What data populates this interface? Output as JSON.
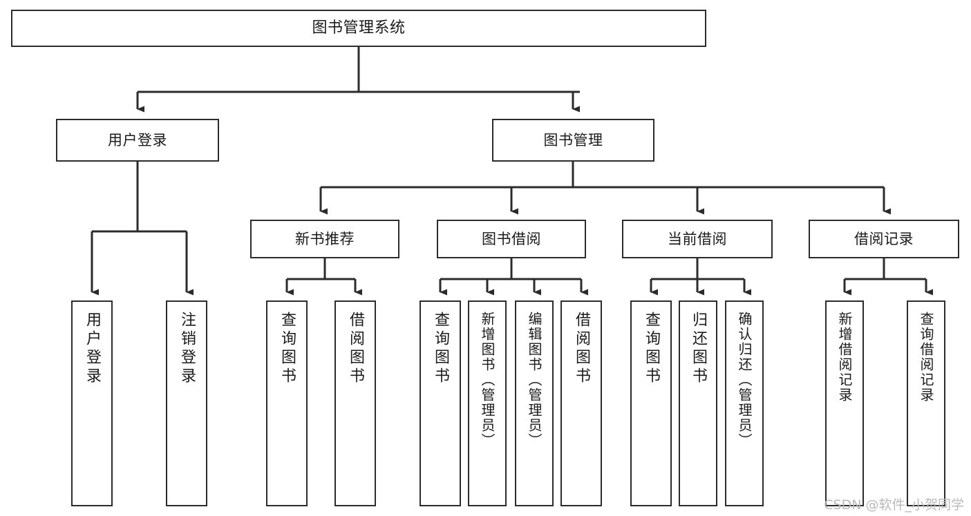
{
  "diagram": {
    "title": "图书管理系统",
    "type": "tree-hierarchy",
    "watermark": "CSDN @软件_小贺同学",
    "colors": {
      "background": "#ffffff",
      "box_border": "#2b2b2b",
      "box_fill": "#ffffff",
      "text": "#1a1a1a",
      "edge": "#2b2b2b",
      "watermark": "#b9b9b9"
    }
  },
  "nodes": {
    "root": {
      "label": "图书管理系统"
    },
    "level1": [
      {
        "id": "user-login",
        "label": "用户登录"
      },
      {
        "id": "book-manage",
        "label": "图书管理"
      }
    ],
    "level2": [
      {
        "id": "new-book-recommend",
        "label": "新书推荐"
      },
      {
        "id": "book-borrow",
        "label": "图书借阅"
      },
      {
        "id": "current-borrow",
        "label": "当前借阅"
      },
      {
        "id": "borrow-record",
        "label": "借阅记录"
      }
    ],
    "leaves": [
      {
        "id": "leaf-user-login",
        "label": "用户登录",
        "parent": "user-login"
      },
      {
        "id": "leaf-logout-login",
        "label": "注销登录",
        "parent": "user-login"
      },
      {
        "id": "leaf-query-book-1",
        "label": "查询图书",
        "parent": "new-book-recommend"
      },
      {
        "id": "leaf-borrow-book-1",
        "label": "借阅图书",
        "parent": "new-book-recommend"
      },
      {
        "id": "leaf-query-book-2",
        "label": "查询图书",
        "parent": "book-borrow"
      },
      {
        "id": "leaf-add-book",
        "label": "新增图书（管理员）",
        "parent": "book-borrow"
      },
      {
        "id": "leaf-edit-book",
        "label": "编辑图书（管理员）",
        "parent": "book-borrow"
      },
      {
        "id": "leaf-borrow-book-2",
        "label": "借阅图书",
        "parent": "book-borrow"
      },
      {
        "id": "leaf-query-book-3",
        "label": "查询图书",
        "parent": "current-borrow"
      },
      {
        "id": "leaf-return-book",
        "label": "归还图书",
        "parent": "current-borrow"
      },
      {
        "id": "leaf-confirm-return",
        "label": "确认归还（管理员）",
        "parent": "current-borrow"
      },
      {
        "id": "leaf-add-record",
        "label": "新增借阅记录",
        "parent": "borrow-record"
      },
      {
        "id": "leaf-query-record",
        "label": "查询借阅记录",
        "parent": "borrow-record"
      }
    ]
  }
}
